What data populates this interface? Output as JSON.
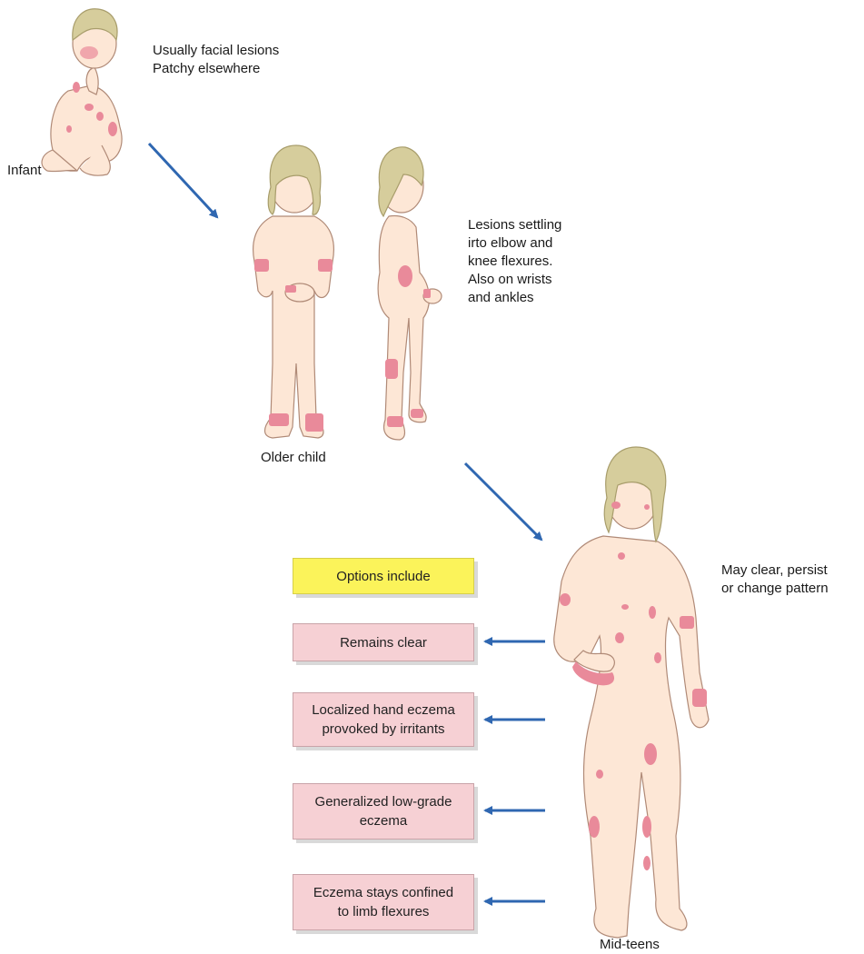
{
  "colors": {
    "arrow": "#2f67b1",
    "skin": "#fde7d6",
    "skin_outline": "#b08a77",
    "hair": "#d6cd9c",
    "lesion": "#e98a9a",
    "option_box": "#f6d0d4",
    "header_box": "#fbf35a"
  },
  "stages": {
    "infant": {
      "label": "Infant",
      "note": "Usually facial lesions\nPatchy elsewhere"
    },
    "older_child": {
      "label": "Older child",
      "note": "Lesions settling\nirto elbow and\nknee flexures.\nAlso on wrists\nand ankles"
    },
    "mid_teens": {
      "label": "Mid-teens",
      "note": "May clear, persist\nor change pattern"
    }
  },
  "options": {
    "header": "Options include",
    "items": [
      "Remains clear",
      "Localized hand eczema\nprovoked by irritants",
      "Generalized low-grade\neczema",
      "Eczema stays confined\nto limb flexures"
    ]
  },
  "icons": [
    "infant-figure",
    "child-front-figure",
    "child-side-figure",
    "teen-figure",
    "arrow-icon"
  ]
}
